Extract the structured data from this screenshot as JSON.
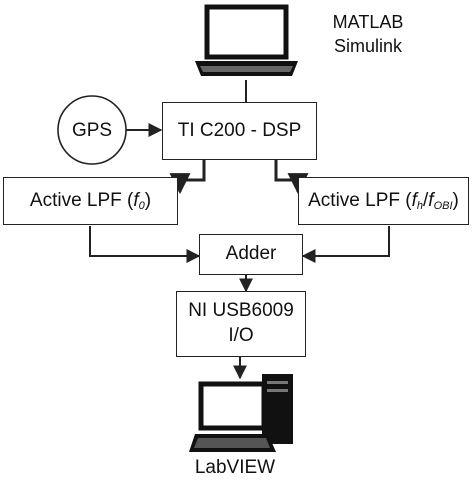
{
  "software_label": {
    "line1": "MATLAB",
    "line2": "Simulink"
  },
  "gps": {
    "label": "GPS"
  },
  "dsp": {
    "label": "TI C200 - DSP"
  },
  "lpf_left": {
    "prefix": "Active LPF (",
    "f": "f",
    "sub": "0",
    "suffix": ")"
  },
  "lpf_right": {
    "prefix": "Active LPF (",
    "f1": "f",
    "sub1": "h",
    "slash": "/",
    "f2": "f",
    "sub2": "OBI",
    "suffix": ")"
  },
  "adder": {
    "label": "Adder"
  },
  "ni": {
    "line1": "NI USB6009",
    "line2": "I/O"
  },
  "labview": {
    "label": "LabVIEW"
  },
  "colors": {
    "line": "#222222",
    "fill": "#ffffff"
  },
  "icons": {
    "top": "laptop-icon",
    "bottom": "desktop-computer-icon"
  }
}
